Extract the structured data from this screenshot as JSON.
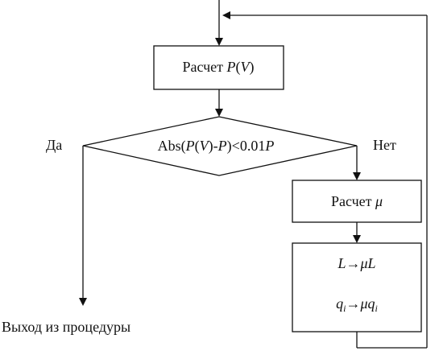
{
  "flowchart": {
    "box_calc_p": {
      "prefix": "Расчет ",
      "func": "P",
      "paren_open": "(",
      "arg": "V",
      "paren_close": ")"
    },
    "decision": {
      "abs": "Abs(",
      "p1": "P",
      "paren_open": "(",
      "v": "V",
      "paren_close": ")",
      "minus": "-",
      "p2": "P",
      "lt": ")<0.01",
      "p3": "P"
    },
    "label_yes": "Да",
    "label_no": "Нет",
    "box_calc_mu": {
      "prefix": "Расчет ",
      "mu": "μ"
    },
    "box_update": {
      "line1_L": "L",
      "line1_arrow": "→",
      "line1_mu": "μ",
      "line1_L2": "L",
      "line2_q": "q",
      "line2_i": "i",
      "line2_arrow": "→",
      "line2_mu": "μ",
      "line2_q2": "q",
      "line2_i2": "i"
    },
    "exit_label": "Выход из процедуры"
  }
}
